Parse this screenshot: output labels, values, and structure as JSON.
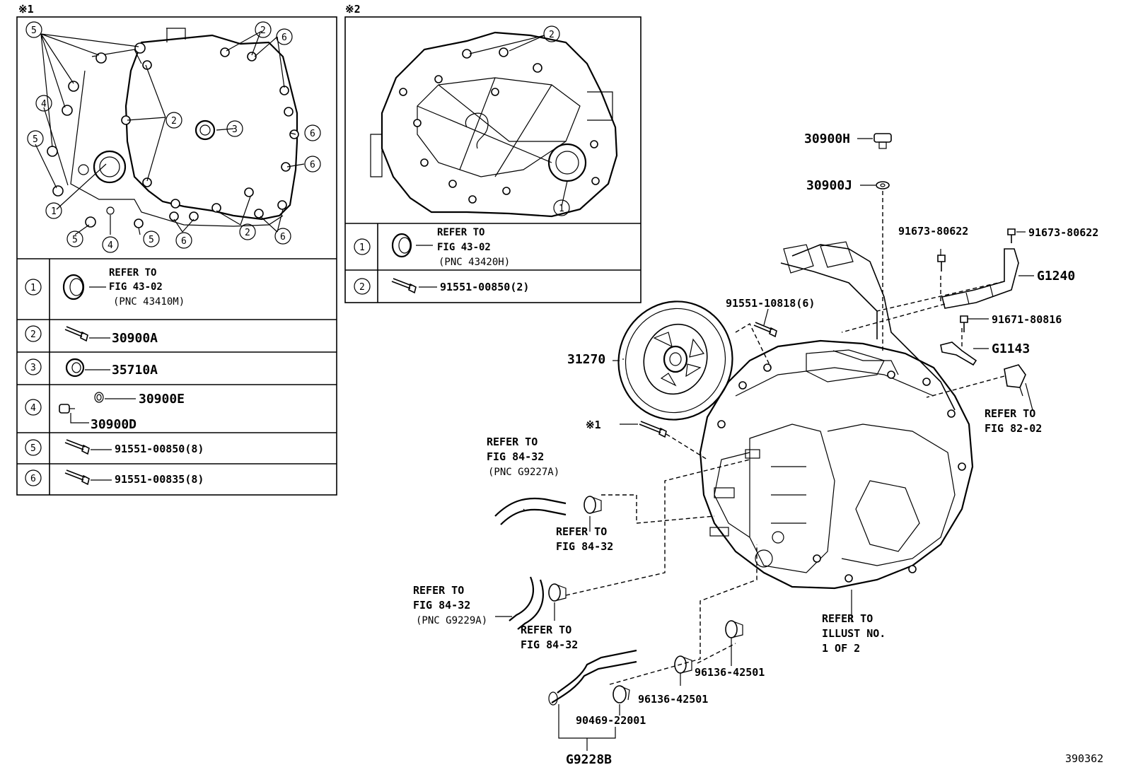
{
  "figure_id": "390362",
  "inset1": {
    "marker": "※1",
    "rows": [
      {
        "no": "1",
        "text": [
          "REFER TO",
          "FIG 43-02",
          "(PNC 43410M)"
        ]
      },
      {
        "no": "2",
        "text": [
          "30900A"
        ]
      },
      {
        "no": "3",
        "text": [
          "35710A"
        ]
      },
      {
        "no": "4",
        "text": [
          "30900E",
          "30900D"
        ]
      },
      {
        "no": "5",
        "text": [
          "91551-00850(8)"
        ]
      },
      {
        "no": "6",
        "text": [
          "91551-00835(8)"
        ]
      }
    ]
  },
  "inset2": {
    "marker": "※2",
    "rows": [
      {
        "no": "1",
        "text": [
          "REFER TO",
          "FIG 43-02",
          "(PNC 43420H)"
        ]
      },
      {
        "no": "2",
        "text": [
          "91551-00850(2)"
        ]
      }
    ]
  },
  "callouts": {
    "c30900H": "30900H",
    "c30900J": "30900J",
    "c91673a": "91673-80622",
    "c91673b": "91673-80622",
    "cG1240": "G1240",
    "c91551_10818": "91551-10818(6)",
    "c91671": "91671-80816",
    "cG1143": "G1143",
    "c31270": "31270",
    "mark1": "※1",
    "ref82": [
      "REFER TO",
      "FIG 82-02"
    ],
    "refA": [
      "REFER TO",
      "FIG 84-32",
      "(PNC G9227A)"
    ],
    "refB": [
      "REFER TO",
      "FIG 84-32"
    ],
    "refC": [
      "REFER TO",
      "FIG 84-32",
      "(PNC G9229A)"
    ],
    "refD": [
      "REFER TO",
      "FIG 84-32"
    ],
    "refIllust": [
      "REFER TO",
      "ILLUST NO.",
      "1 OF 2"
    ],
    "c96136a": "96136-42501",
    "c96136b": "96136-42501",
    "c90469": "90469-22001",
    "cG9228B": "G9228B"
  }
}
